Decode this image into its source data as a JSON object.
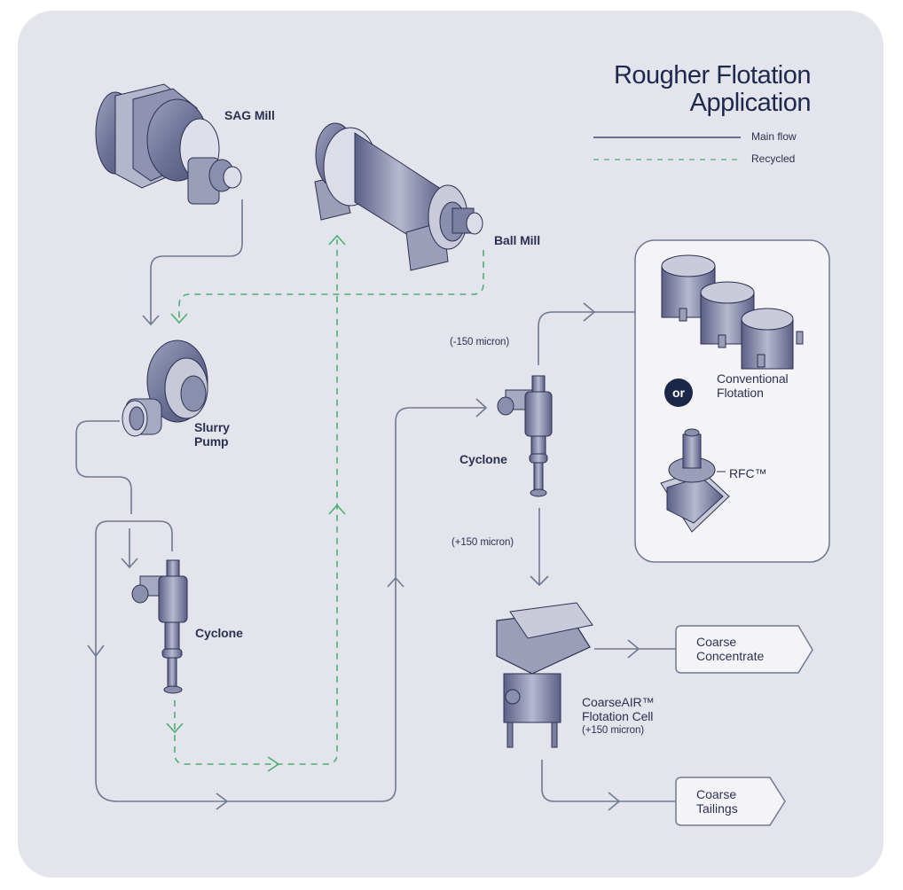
{
  "title": {
    "line1": "Rougher Flotation",
    "line2": "Application"
  },
  "legend": {
    "main_flow": "Main flow",
    "recycled": "Recycled"
  },
  "colors": {
    "background": "#e4e4ec",
    "main_flow": "#6f7a90",
    "recycled": "#4caf72",
    "title": "#1d2a4e",
    "badge": "#1b2748",
    "panel": "#f4f4f8"
  },
  "equipment": {
    "sag_mill": "SAG Mill",
    "ball_mill": "Ball Mill",
    "slurry_pump_1": "Slurry",
    "slurry_pump_2": "Pump",
    "cyclone_primary": "Cyclone",
    "cyclone_secondary": "Cyclone",
    "conventional_1": "Conventional",
    "conventional_2": "Flotation",
    "or_label": "or",
    "rfc": "RFC™",
    "coarseair_1": "CoarseAIR™",
    "coarseair_2": "Flotation Cell",
    "coarseair_3": "(+150 micron)"
  },
  "annotations": {
    "fine_fraction": "(-150 micron)",
    "coarse_fraction": "(+150 micron)"
  },
  "outputs": {
    "concentrate_1": "Coarse",
    "concentrate_2": "Concentrate",
    "tailings_1": "Coarse",
    "tailings_2": "Tailings"
  }
}
